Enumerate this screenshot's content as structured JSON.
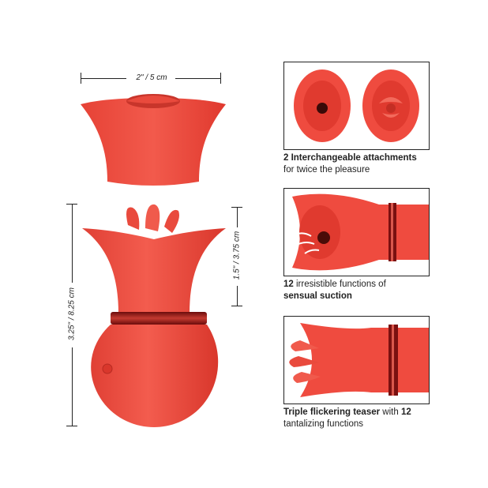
{
  "dimensions": {
    "width_label": "2\" / 5 cm",
    "total_height_label": "3.25\" / 8.25 cm",
    "head_height_label": "1.5\" / 3.75 cm"
  },
  "features": [
    {
      "bold": "2 Interchangeable attachments",
      "rest": "",
      "line2": "for twice the pleasure"
    },
    {
      "bold": "12",
      "rest": " irresistible functions of",
      "line2_bold": "sensual suction"
    },
    {
      "bold": "Triple flickering teaser",
      "rest": " with ",
      "bold2": "12",
      "line2": "tantalizing functions"
    }
  ],
  "colors": {
    "product_red": "#ef4b3f",
    "product_shade": "#d93a2f",
    "band_red": "#7a1010",
    "border": "#222222"
  }
}
